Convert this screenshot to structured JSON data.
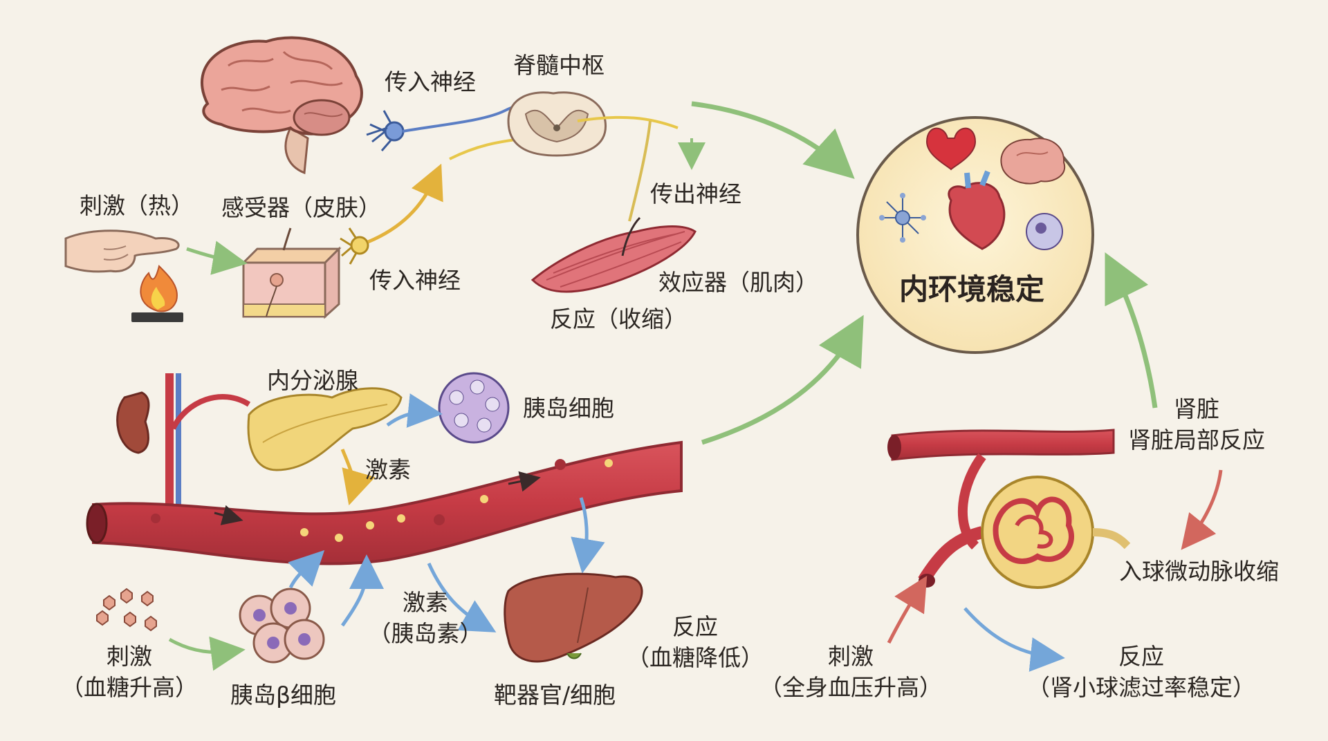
{
  "colors": {
    "background": "#f6f2e9",
    "vessel": "#c9414a",
    "vessel_dark": "#8f2a32",
    "nerve_yellow": "#e7c74a",
    "nerve_blue": "#5b7ec4",
    "arrow_green": "#8fc07a",
    "arrow_blue": "#74a6d9",
    "arrow_red": "#d2675e",
    "arrow_yellow": "#e3b23c",
    "circle_fill": "#fbf0cf"
  },
  "nervous": {
    "stimulus": "刺激（热）",
    "receptor": "感受器（皮肤）",
    "afferent_top": "传入神经",
    "afferent_bottom": "传入神经",
    "center": "脊髓中枢",
    "efferent": "传出神经",
    "effector": "效应器（肌肉）",
    "response": "反应（收缩）"
  },
  "endocrine": {
    "gland": "内分泌腺",
    "islet": "胰岛细胞",
    "hormone_top": "激素",
    "hormone_bottom": [
      "激素",
      "（胰岛素）"
    ],
    "stimulus": [
      "刺激",
      "（血糖升高）"
    ],
    "beta_cell": "胰岛β细胞",
    "target": "靶器官/细胞",
    "response": [
      "反应",
      "（血糖降低）"
    ]
  },
  "homeostasis": {
    "title": "内环境稳定"
  },
  "kidney": {
    "label": [
      "肾脏",
      "肾脏局部反应"
    ],
    "action": "入球微动脉收缩",
    "stimulus": [
      "刺激",
      "（全身血压升高）"
    ],
    "response": [
      "反应",
      "（肾小球滤过率稳定）"
    ]
  }
}
